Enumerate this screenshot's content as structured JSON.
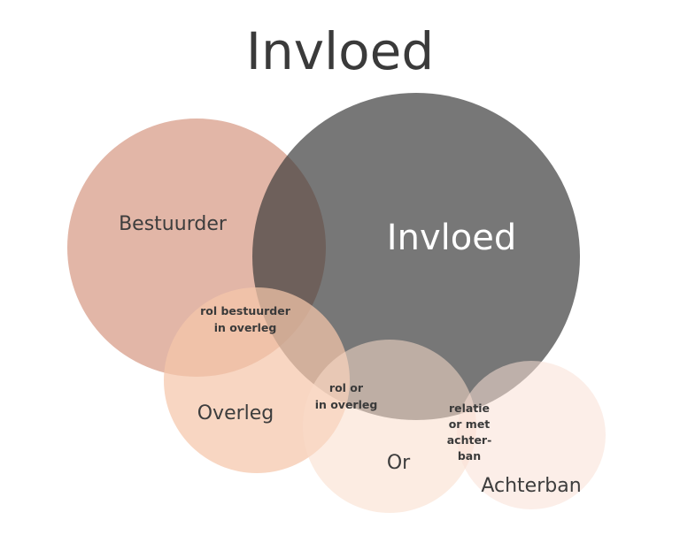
{
  "title": "Invloed",
  "circles": {
    "bestuurder": {
      "label": "Bestuurder",
      "color": "#e2b6a7"
    },
    "invloed": {
      "label": "Invloed",
      "color": "#363636"
    },
    "overleg": {
      "label": "Overleg",
      "color": "#f5c6ab"
    },
    "or": {
      "label": "Or",
      "color": "#f9dccb"
    },
    "achterban": {
      "label": "Achterban",
      "color": "#fae0d6"
    }
  },
  "overlaps": {
    "rol_bestuurder": [
      "rol bestuurder",
      "in overleg"
    ],
    "rol_or": [
      "rol or",
      "in overleg"
    ],
    "relatie": [
      "relatie",
      "or met",
      "achter-",
      "ban"
    ]
  }
}
